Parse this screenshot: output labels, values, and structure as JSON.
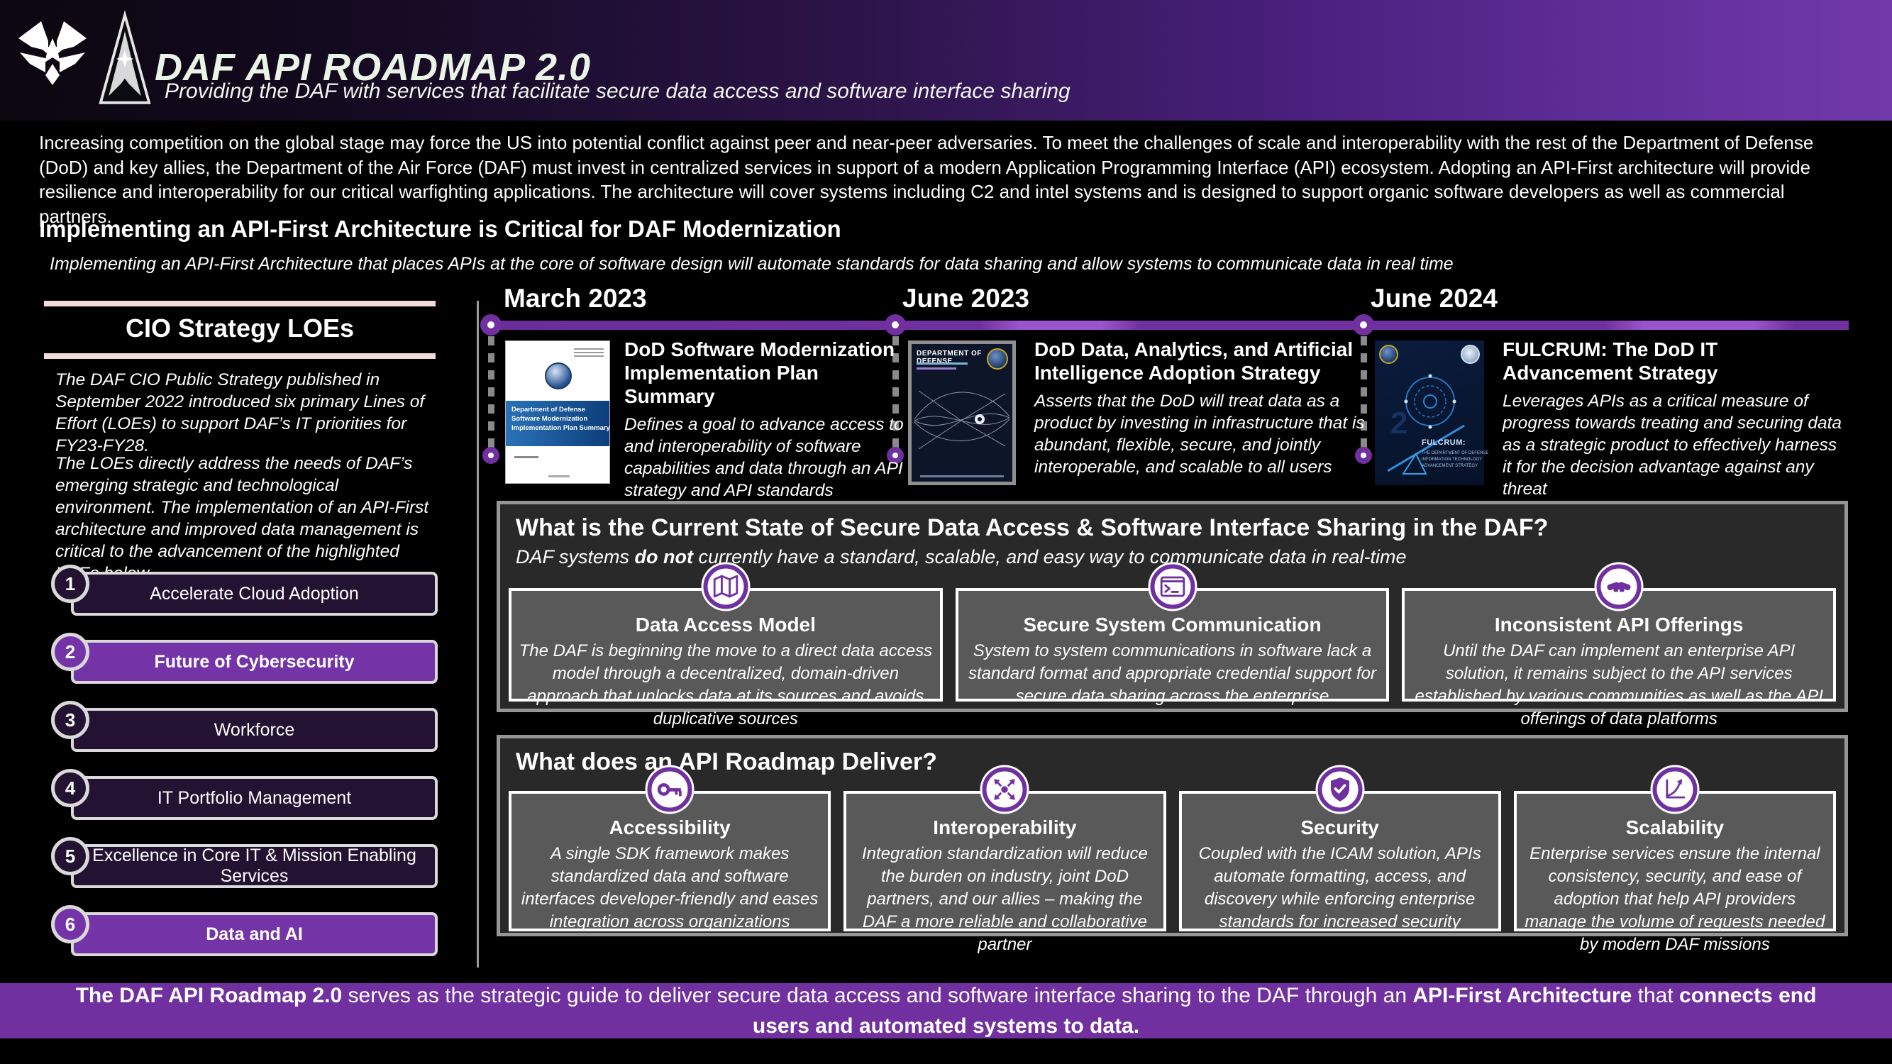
{
  "header": {
    "title": "DAF API ROADMAP 2.0",
    "subtitle": "Providing the DAF with services that facilitate secure data access and software interface sharing",
    "logos": [
      {
        "name": "air-force-wings-icon"
      },
      {
        "name": "space-force-delta-icon"
      }
    ]
  },
  "intro": {
    "text": "Increasing competition on the global stage may force the US into potential conflict against peer and near-peer adversaries. To meet the challenges of scale and interoperability with the rest of the Department of Defense (DoD) and key allies, the Department of the Air Force (DAF) must invest in centralized services in support of a modern Application Programming Interface (API) ecosystem. Adopting an API-First architecture will provide resilience and interoperability for our critical warfighting applications. The architecture will cover systems including C2 and intel systems and is designed to support organic software developers as well as commercial partners."
  },
  "modernization": {
    "heading": "Implementing an API-First Architecture is Critical for DAF Modernization",
    "subheading": "Implementing an API-First Architecture that places APIs at the core of software design will automate standards for data sharing and allow systems to communicate data in real time"
  },
  "sidebar": {
    "title": "CIO Strategy LOEs",
    "para1": "The DAF CIO Public Strategy published in September 2022 introduced six primary Lines of Effort (LOEs) to support DAF’s IT priorities for FY23-FY28.",
    "para2": "The LOEs directly address the needs of DAF’s emerging strategic and technological environment. The implementation of an API-First architecture and improved data management is critical to the advancement of the highlighted LOEs below.",
    "items": [
      {
        "num": "1",
        "label": "Accelerate Cloud Adoption",
        "highlighted": false
      },
      {
        "num": "2",
        "label": "Future of Cybersecurity",
        "highlighted": true
      },
      {
        "num": "3",
        "label": "Workforce",
        "highlighted": false
      },
      {
        "num": "4",
        "label": "IT Portfolio Management",
        "highlighted": false
      },
      {
        "num": "5",
        "label": "Excellence in Core IT & Mission Enabling Services",
        "highlighted": false
      },
      {
        "num": "6",
        "label": "Data and AI",
        "highlighted": true
      }
    ]
  },
  "timeline": {
    "milestones": [
      {
        "date": "March 2023",
        "title": "DoD Software Modernization Implementation Plan Summary",
        "desc": "Defines a goal to advance access to and interoperability of software capabilities and data through an API strategy and API standards",
        "cover": {
          "line1": "Department of Defense",
          "line2": "Software Modernization",
          "line3": "Implementation Plan Summary"
        }
      },
      {
        "date": "June 2023",
        "title": "DoD Data, Analytics, and Artificial Intelligence Adoption Strategy",
        "desc": "Asserts that the DoD will treat data as a product by investing in infrastructure that is abundant, flexible, secure, and jointly interoperable, and scalable to all users",
        "cover": {
          "line1": "DEPARTMENT OF DEFENSE"
        }
      },
      {
        "date": "June 2024",
        "title": "FULCRUM: The DoD IT Advancement Strategy",
        "desc": "Leverages APIs as a critical measure of progress towards treating and securing data as a strategic product to effectively harness it for the decision advantage against any threat",
        "cover": {
          "line1": "FULCRUM:",
          "line2": "THE DEPARTMENT OF DEFENSE",
          "line3": "INFORMATION TECHNOLOGY",
          "line4": "ADVANCEMENT STRATEGY",
          "numeral": "2"
        }
      }
    ]
  },
  "current_state": {
    "heading": "What is the Current State of Secure Data Access & Software Interface Sharing in the DAF?",
    "sub_pre": "DAF systems ",
    "sub_bold": "do not",
    "sub_post": " currently have a standard, scalable, and easy way to communicate data in real-time",
    "cards": [
      {
        "icon": "map-icon",
        "title": "Data Access Model",
        "desc": "The DAF is beginning the move to a direct data access model through a decentralized, domain-driven approach that unlocks data at its sources and avoids duplicative sources"
      },
      {
        "icon": "terminal-icon",
        "title": "Secure System Communication",
        "desc": "System to system communications in software lack a standard format and appropriate credential support for secure data sharing across the enterprise"
      },
      {
        "icon": "handshake-icon",
        "title": "Inconsistent API Offerings",
        "desc": "Until the DAF can implement an enterprise API solution, it remains subject to the API services established by various communities as well as the API offerings of data platforms"
      }
    ]
  },
  "deliver": {
    "heading": "What does an API Roadmap Deliver?",
    "cards": [
      {
        "icon": "key-icon",
        "title": "Accessibility",
        "desc": "A single SDK framework makes standardized data and software interfaces developer-friendly and eases integration across organizations"
      },
      {
        "icon": "integration-arrows-icon",
        "title": "Interoperability",
        "desc": "Integration standardization will reduce the burden on industry, joint DoD partners, and our allies – making the DAF a more reliable and collaborative partner"
      },
      {
        "icon": "shield-check-icon",
        "title": "Security",
        "desc": "Coupled with the ICAM solution, APIs automate formatting, access, and discovery while enforcing enterprise standards for increased security"
      },
      {
        "icon": "growth-chart-icon",
        "title": "Scalability",
        "desc": "Enterprise services ensure the internal consistency, security, and ease of adoption that help API providers manage the volume of requests needed by modern DAF missions"
      }
    ]
  },
  "footer": {
    "bold1": "The DAF API Roadmap 2.0",
    "text1": " serves as the strategic guide to deliver secure data access and software interface sharing to the DAF through an ",
    "bold2": "API-First Architecture",
    "text2": " that ",
    "bold3": "connects end users and automated systems to data",
    "text3": "."
  },
  "colors": {
    "accent_purple": "#7030A0",
    "highlight_purple": "#7434A8",
    "loe_dark_purple": "#241233",
    "peach_rule": "#F2DCDB",
    "card_gray": "#595959",
    "panel_bg": "#292929",
    "page_bg": "#000000"
  }
}
